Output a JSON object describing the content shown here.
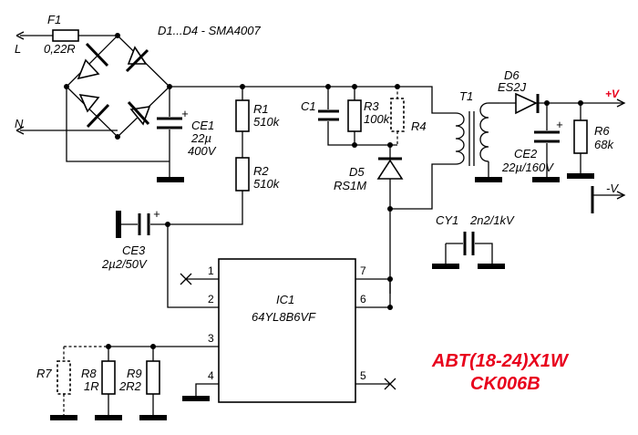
{
  "labels": {
    "L": "L",
    "N": "N",
    "F1": "F1",
    "F1_val": "0,22R",
    "D1D4": "D1...D4 - SMA4007",
    "CE1": "CE1",
    "CE1_val1": "22µ",
    "CE1_val2": "400V",
    "R1": "R1",
    "R1_val": "510k",
    "R2": "R2",
    "R2_val": "510k",
    "C1": "C1",
    "R3": "R3",
    "R3_val": "100k",
    "R4": "R4",
    "D5": "D5",
    "D5_val": "RS1M",
    "T1": "T1",
    "D6": "D6",
    "D6_val": "ES2J",
    "plusV": "+V",
    "minusV": "-V",
    "CE2": "CE2",
    "CE2_val": "22µ/160V",
    "R6": "R6",
    "R6_val": "68k",
    "CY1": "CY1",
    "CY1_val": "2n2/1kV",
    "CE3": "CE3",
    "CE3_val": "2µ2/50V",
    "IC1": "IC1",
    "IC1_val": "64YL8B6VF",
    "R7": "R7",
    "R8": "R8",
    "R8_val": "1R",
    "R9": "R9",
    "R9_val": "2R2",
    "plus": "+"
  },
  "pins": {
    "p1": "1",
    "p2": "2",
    "p3": "3",
    "p4": "4",
    "p5": "5",
    "p6": "6",
    "p7": "7"
  },
  "title": {
    "line1": "ABT(18-24)X1W",
    "line2": "CK006B"
  },
  "colors": {
    "ink": "#000000",
    "accent": "#e8001c"
  }
}
